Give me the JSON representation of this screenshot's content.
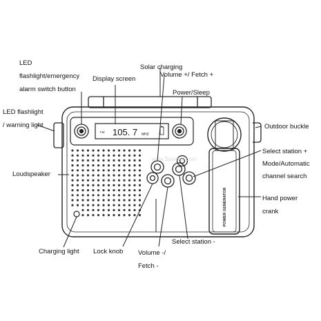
{
  "labels": {
    "led_switch": [
      "LED",
      "flashlight/emergency",
      "alarm switch button"
    ],
    "display_screen": "Display screen",
    "solar_charging": "Solar charging",
    "volume_fetch_plus": "Volume +/ Fetch +",
    "power_sleep": "Power/Sleep",
    "led_flashlight": [
      "LED flashlight",
      "/ warning light"
    ],
    "outdoor_buckle": "Outdoor buckle",
    "select_station_plus": [
      "Select station +",
      "Mode/Automatic",
      "channel search"
    ],
    "loudspeaker": "Loudspeaker",
    "hand_power_crank": [
      "Hand power",
      "crank"
    ],
    "charging_light": "Charging light",
    "lock_knob": "Lock knob",
    "volume_fetch_minus": [
      "Volume -/",
      "Fetch -"
    ],
    "select_station_minus": "Select station -"
  },
  "display": {
    "band": "FM",
    "frequency": "105. 7",
    "unit": "MHZ"
  },
  "crank_text": "POWER GENERATOR",
  "watermark": "www.Survival.com"
}
